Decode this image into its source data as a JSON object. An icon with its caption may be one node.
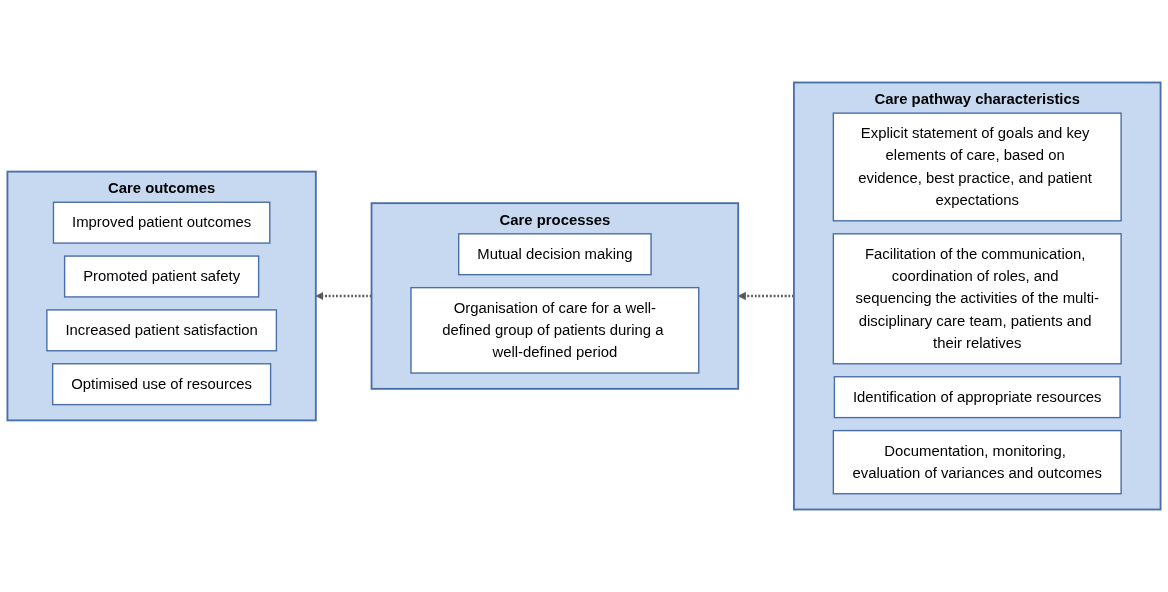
{
  "diagram": {
    "nodes": [
      {
        "text": [
          "Care outcomes"
        ]
      },
      {
        "text": [
          "Improved patient outcomes"
        ],
        "in": 0
      },
      {
        "text": [
          "Promoted patient safety"
        ],
        "in": 0
      },
      {
        "text": [
          "Increased patient satisfaction"
        ],
        "in": 0
      },
      {
        "text": [
          "Optimised use of resources"
        ],
        "in": 0
      },
      {
        "text": [
          "Care processes"
        ]
      },
      {
        "text": [
          "Mutual decision making"
        ],
        "in": 5
      },
      {
        "text": [
          "Organisation of care for a well-defined group of patients during a well-defined period"
        ],
        "in": 5
      },
      {
        "text": [
          "Care pathway characteristics"
        ]
      },
      {
        "text": [
          "Explicit statement of goals and key elements of care, based on evidence, best practice, and patient expectations"
        ],
        "in": 8
      },
      {
        "text": [
          "Facilitation of the communication, coordination of roles, and sequencing the activities of the multi-disciplinary care team, patients and their relatives"
        ],
        "in": 8
      },
      {
        "text": [
          "Identification of appropriate resources"
        ],
        "in": 8
      },
      {
        "text": [
          "Documentation, monitoring, evaluation of variances and outcomes"
        ],
        "in": 8
      }
    ],
    "edges": [
      {
        "from": 8,
        "to": 5,
        "arrow": "to",
        "style": "dashed"
      },
      {
        "from": 5,
        "to": 0,
        "arrow": "to",
        "style": "dashed"
      }
    ]
  }
}
